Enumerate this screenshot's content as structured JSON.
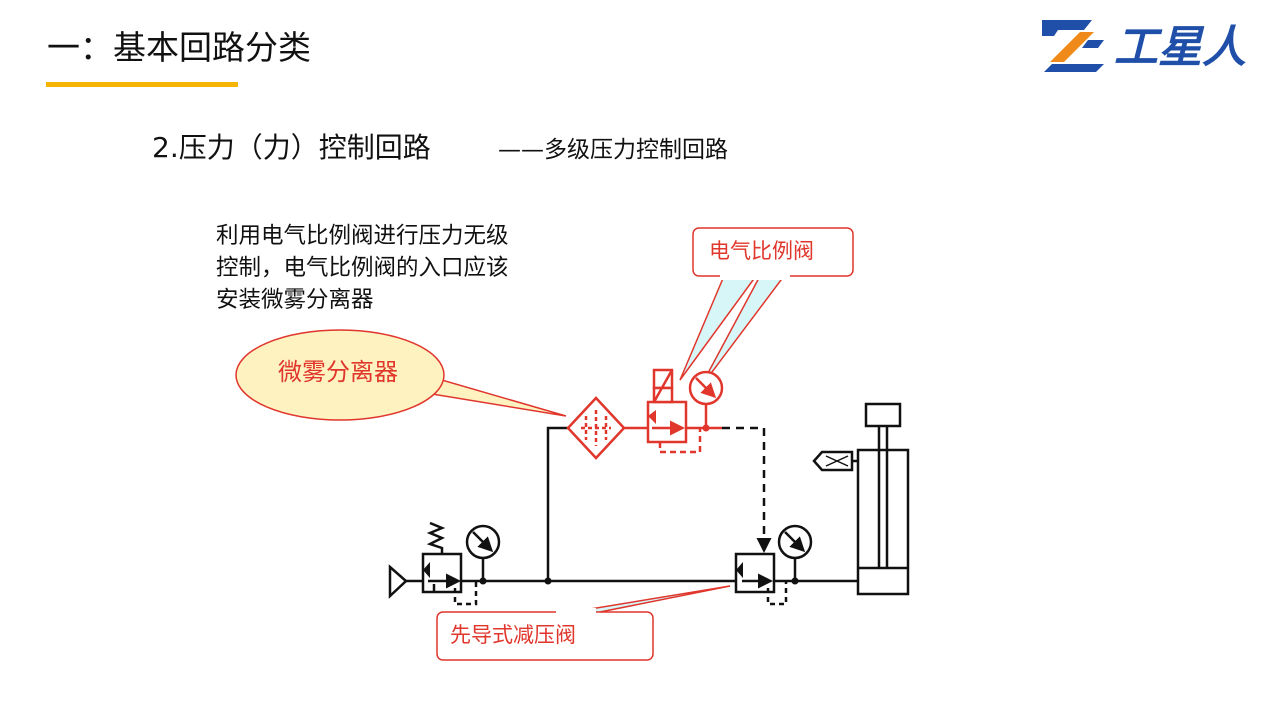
{
  "header": {
    "title": "一：基本回路分类",
    "logo_text": "工星人",
    "accent_color": "#f5b400",
    "logo_blue": "#1f4fa8",
    "logo_orange": "#f08a1a"
  },
  "subtitle": {
    "main": "2.压力（力）控制回路",
    "sub": "——多级压力控制回路"
  },
  "description": {
    "lines": [
      "利用电气比例阀进行压力无级",
      "控制，电气比例阀的入口应该",
      "安装微雾分离器"
    ]
  },
  "callouts": {
    "mist_separator": "微雾分离器",
    "proportional_valve": "电气比例阀",
    "pilot_valve": "先导式减压阀"
  },
  "colors": {
    "highlight": "#e0362c",
    "ellipse_fill": "#fdf2c0",
    "bubble_fill": "#d6f6f8",
    "line": "#111111"
  },
  "icons": [
    "logo-icon",
    "gauge-icon",
    "valve-icon",
    "filter-icon",
    "cylinder-icon",
    "exhaust-icon",
    "spring-icon",
    "air-source-icon"
  ]
}
